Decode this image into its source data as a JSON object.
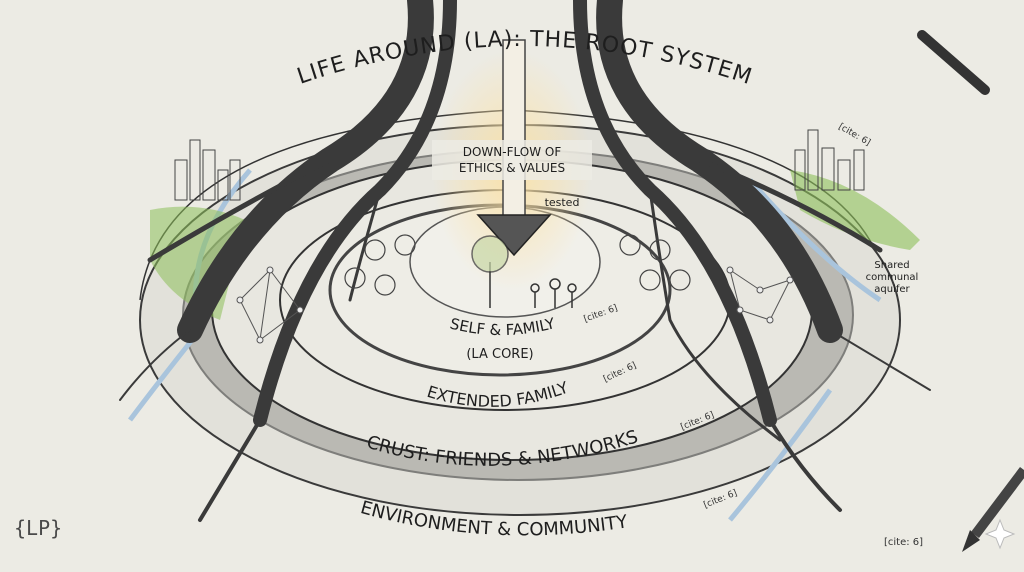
{
  "title": "LIFE AROUND (LA): THE ROOT SYSTEM",
  "title_cite": "[cite: 6]",
  "center_arrow": {
    "line1": "DOWN-FLOW OF",
    "line2": "ETHICS & VALUES",
    "note": "tested"
  },
  "aquifer_label": {
    "line1": "Shared",
    "line2": "communal",
    "line3": "aquifer"
  },
  "rings": [
    {
      "label": "SELF & FAMILY",
      "sublabel": "(LA CORE)",
      "cite": "[cite: 6]"
    },
    {
      "label": "EXTENDED FAMILY",
      "cite": "[cite: 6]"
    },
    {
      "label": "CRUST: FRIENDS & NETWORKS",
      "cite": "[cite: 6]"
    },
    {
      "label": "ENVIRONMENT & COMMUNITY",
      "cite": "[cite: 6]"
    }
  ],
  "corner_cite": "[cite: 6]",
  "logo": "{LP}",
  "colors": {
    "paper": "#ecebe4",
    "ink": "#1e1e1e",
    "water": "#a9c4dc",
    "green": "#8dbf5a",
    "glow": "#f6d9a0"
  }
}
